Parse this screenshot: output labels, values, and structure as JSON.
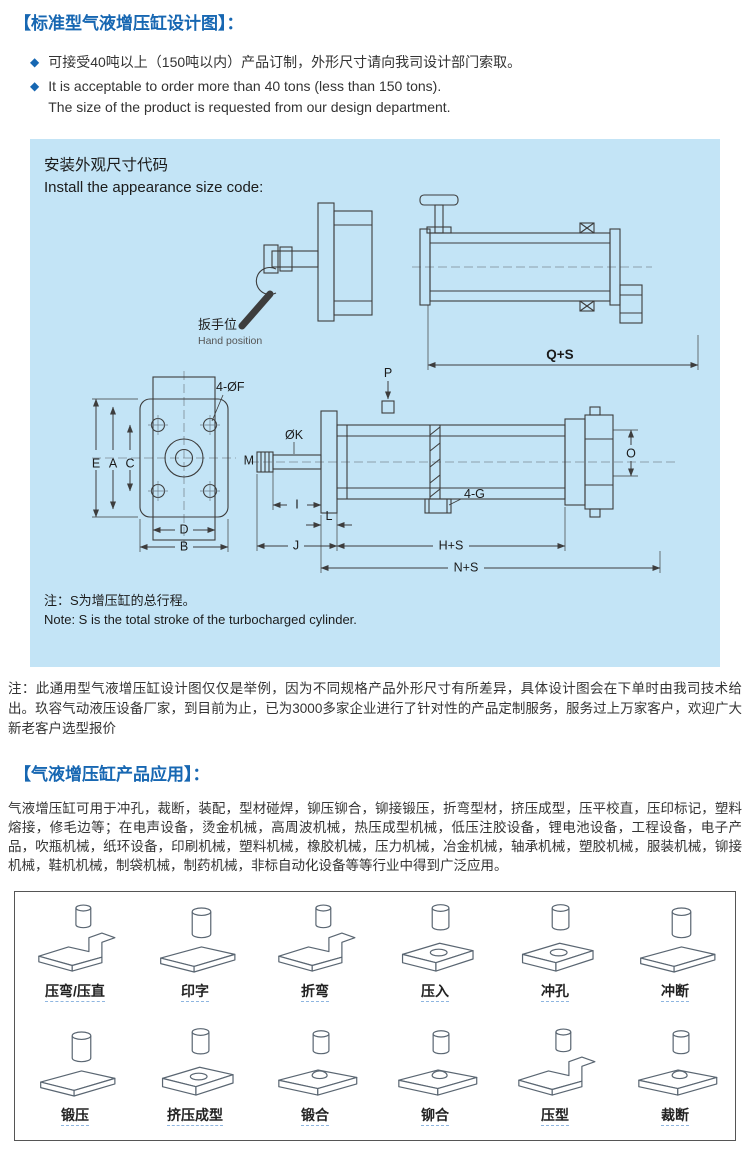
{
  "icons": {
    "diamond": "◆"
  },
  "colors": {
    "accent_blue": "#1767b2",
    "panel_blue": "#c3e4f6"
  },
  "section_design": {
    "title": "【标准型气液增压缸设计图】：",
    "bullet_cn": "可接受40吨以上（150吨以内）产品订制，外形尺寸请向我司设计部门索取。",
    "bullet_en_line1": "It is acceptable to order more than 40 tons (less than 150 tons).",
    "bullet_en_line2": "The size of the product is requested from our design department."
  },
  "drawing": {
    "title_cn": "安装外观尺寸代码",
    "title_en": "Install the appearance size code:",
    "hand_position_cn": "扳手位",
    "hand_position_en": "Hand position",
    "dims": {
      "qs": "Q+S",
      "holes_front": "4-ØF",
      "e": "E",
      "a": "A",
      "c": "C",
      "d": "D",
      "b": "B",
      "m": "M",
      "phik": "ØK",
      "p": "P",
      "o": "O",
      "i": "I",
      "l": "L",
      "j": "J",
      "hs": "H+S",
      "ns": "N+S",
      "ports": "4-G"
    },
    "note_cn": "注：S为增压缸的总行程。",
    "note_en": "Note: S is the total stroke of the turbocharged cylinder."
  },
  "design_note": "注：此通用型气液增压缸设计图仅仅是举例，因为不同规格产品外形尺寸有所差异，具体设计图会在下单时由我司技术给出。玖容气动液压设备厂家，到目前为止，已为3000多家企业进行了针对性的产品定制服务，服务过上万家客户，欢迎广大新老客户选型报价",
  "section_applications": {
    "title": "【气液增压缸产品应用】：",
    "description": "气液增压缸可用于冲孔，裁断，装配，型材碰焊，铆压铆合，铆接锻压，折弯型材，挤压成型，压平校直，压印标记，塑料熔接，修毛边等；在电声设备，烫金机械，高周波机械，热压成型机械，低压注胶设备，锂电池设备，工程设备，电子产品，吹瓶机械，纸环设备，印刷机械，塑料机械，橡胶机械，压力机械，冶金机械，轴承机械，塑胶机械，服装机械，铆接机械，鞋机机械，制袋机械，制药机械，非标自动化设备等等行业中得到广泛应用。",
    "items": [
      {
        "label": "压弯/压直"
      },
      {
        "label": "印字"
      },
      {
        "label": "折弯"
      },
      {
        "label": "压入"
      },
      {
        "label": "冲孔"
      },
      {
        "label": "冲断"
      },
      {
        "label": "锻压"
      },
      {
        "label": "挤压成型"
      },
      {
        "label": "锻合"
      },
      {
        "label": "铆合"
      },
      {
        "label": "压型"
      },
      {
        "label": "裁断"
      }
    ]
  }
}
